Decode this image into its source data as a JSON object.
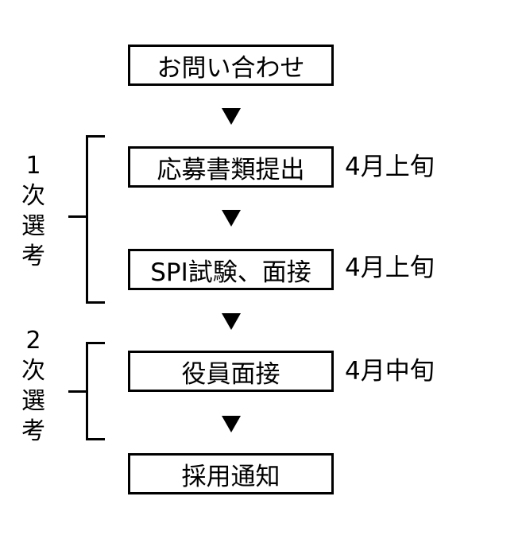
{
  "steps": [
    {
      "label": "お問い合わせ"
    },
    {
      "label": "応募書類提出",
      "timing": "4月上旬"
    },
    {
      "label": "SPI試験、面接",
      "timing": "4月上旬"
    },
    {
      "label": "役員面接",
      "timing": "4月中旬"
    },
    {
      "label": "採用通知"
    }
  ],
  "stages": [
    {
      "number": "1",
      "chars": [
        "次",
        "選",
        "考"
      ]
    },
    {
      "number": "2",
      "chars": [
        "次",
        "選",
        "考"
      ]
    }
  ]
}
